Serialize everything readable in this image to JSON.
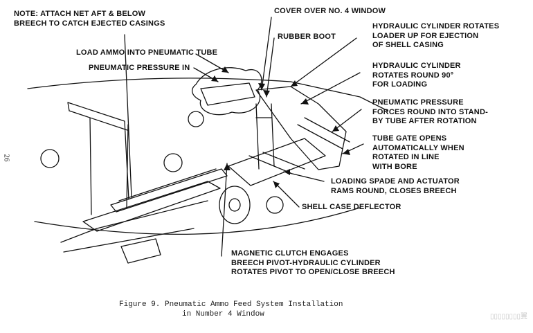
{
  "labels": {
    "note": [
      "NOTE:  ATTACH NET AFT & BELOW",
      "BREECH TO CATCH EJECTED CASINGS"
    ],
    "cover_window": "COVER OVER NO. 4 WINDOW",
    "rubber_boot": "RUBBER BOOT",
    "load_ammo": "LOAD AMMO INTO PNEUMATIC TUBE",
    "pneumatic_in": "PNEUMATIC PRESSURE IN",
    "hyd_eject": [
      "HYDRAULIC CYLINDER ROTATES",
      "LOADER UP FOR EJECTION",
      "OF SHELL CASING"
    ],
    "hyd_rotate": [
      "HYDRAULIC CYLINDER",
      "ROTATES ROUND 90°",
      "FOR LOADING"
    ],
    "pneumatic_standby": [
      "PNEUMATIC PRESSURE",
      "FORCES ROUND INTO STAND-",
      "BY TUBE AFTER ROTATION"
    ],
    "tube_gate": [
      "TUBE GATE OPENS",
      "AUTOMATICALLY WHEN",
      "ROTATED IN LINE",
      "WITH BORE"
    ],
    "loading_spade": [
      "LOADING SPADE AND ACTUATOR",
      "RAMS ROUND, CLOSES BREECH"
    ],
    "deflector": "SHELL CASE DEFLECTOR",
    "clutch": [
      "MAGNETIC CLUTCH ENGAGES",
      "BREECH PIVOT-HYDRAULIC CYLINDER",
      "ROTATES PIVOT TO OPEN/CLOSE BREECH"
    ]
  },
  "caption": [
    "Figure 9.   Pneumatic Ammo Feed System Installation",
    "in Number 4 Window"
  ],
  "page_number": "26",
  "watermark": "▯▯▯▯▯▯▯▯翼"
}
